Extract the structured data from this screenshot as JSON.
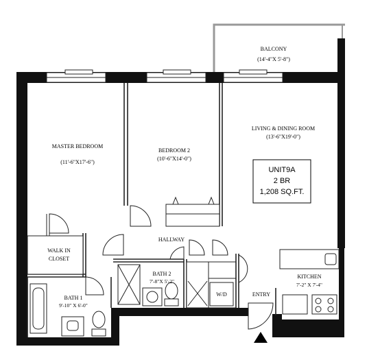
{
  "rooms": {
    "balcony": {
      "name": "BALCONY",
      "dims": "(14'-4\"X 5'-8\")"
    },
    "master_bedroom": {
      "name": "MASTER BEDROOM",
      "dims": "(11'-6\"X17'-6\")"
    },
    "bedroom_2": {
      "name": "BEDROOM 2",
      "dims": "(10'-6\"X14'-0\")"
    },
    "living_dining": {
      "name": "LIVING & DINING ROOM",
      "dims": "(13'-6\"X19'-0\")"
    },
    "hallway": {
      "name": "HALLWAY"
    },
    "walk_in_closet": {
      "line1": "WALK IN",
      "line2": "CLOSET"
    },
    "bath_2": {
      "name": "BATH 2",
      "dims": "7'-8\"X 5'-2\""
    },
    "bath_1": {
      "name": "BATH 1",
      "dims": "9'-10\" X 6'-0\""
    },
    "kitchen": {
      "name": "KITCHEN",
      "dims": "7'-2\" X 7'-4\""
    },
    "entry": {
      "name": "ENTRY"
    },
    "washer_dryer": {
      "label": "W/D"
    }
  },
  "unit_info": {
    "unit": "UNIT9A",
    "type": "2 BR",
    "area": "1,208 SQ.FT."
  }
}
